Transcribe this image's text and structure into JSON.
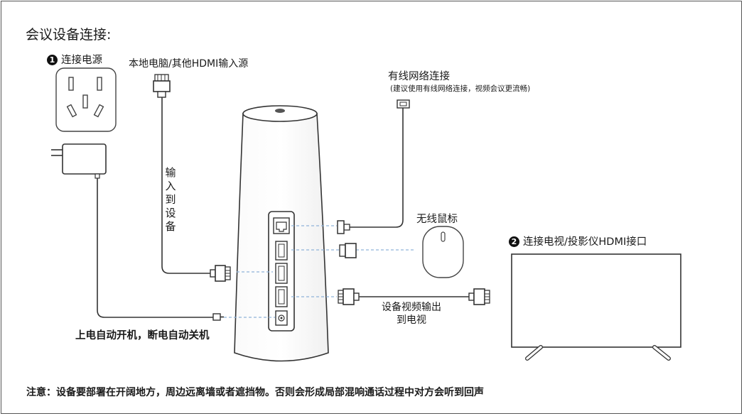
{
  "title": "会议设备连接:",
  "power": {
    "step_number": "1",
    "step_label": "连接电源",
    "auto_label": "上电自动开机，断电自动关机"
  },
  "source": {
    "label": "本地电脑/其他HDMI输入源",
    "vertical_label": "输入到设备"
  },
  "network": {
    "label": "有线网络连接",
    "note": "(建议使用有线网络连接，视频会议更流畅)"
  },
  "mouse": {
    "label": "无线鼠标"
  },
  "display": {
    "step_number": "2",
    "step_label": "连接电视/投影仪HDMI接口",
    "output_line1": "设备视频输出",
    "output_line2": "到电视"
  },
  "notice": "注意：设备要部署在开阔地方，周边远离墙或者遮挡物。否则会形成局部混响通话过程中对方会听到回声",
  "icons": [
    "power-outlet-icon",
    "power-adapter-icon",
    "hdmi-plug-icon",
    "ethernet-plug-icon",
    "usb-dongle-icon",
    "wireless-mouse-icon",
    "tv-icon"
  ]
}
